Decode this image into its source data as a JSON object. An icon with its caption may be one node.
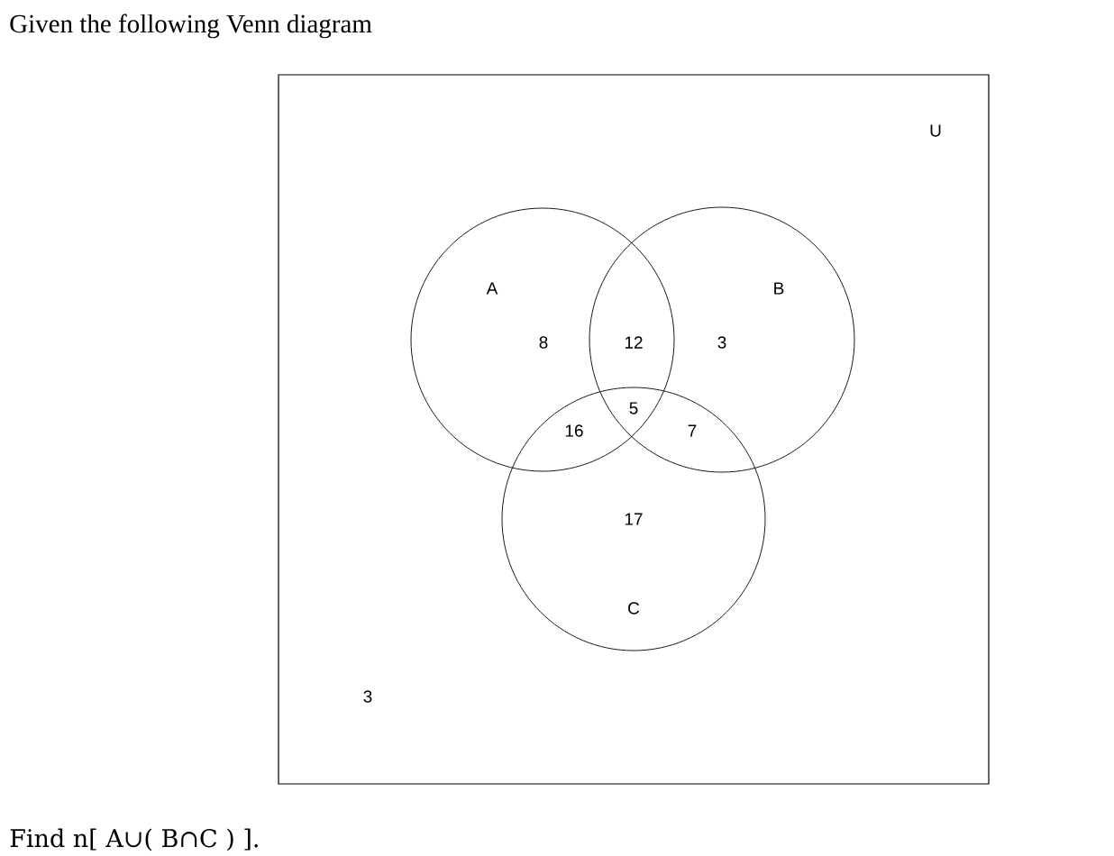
{
  "diagram": {
    "title": "Given the following Venn diagram",
    "caption": "Find n[ A∪( B∩C ) ].",
    "nodes": [
      {
        "text": [
          "U"
        ]
      },
      {
        "text": [
          "A"
        ],
        "in": 0
      },
      {
        "text": [
          "B"
        ],
        "in": 0
      },
      {
        "text": [
          "C"
        ],
        "in": 0
      }
    ],
    "edges": [],
    "labels": [
      "8",
      "12",
      "3",
      "5",
      "16",
      "7",
      "17",
      "3"
    ]
  }
}
